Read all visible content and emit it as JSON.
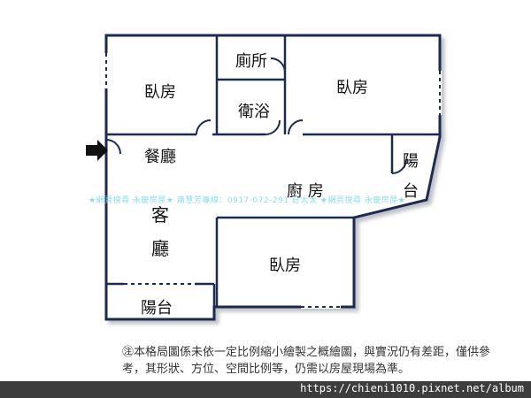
{
  "rooms": {
    "bedroom_top_left": "臥房",
    "toilet": "廁所",
    "bathroom": "衛浴",
    "bedroom_top_right": "臥房",
    "dining": "餐廳",
    "balcony_right_1": "陽",
    "balcony_right_2": "台",
    "kitchen": "廚 房",
    "living_1": "客",
    "living_2": "廳",
    "bedroom_bottom": "臥房",
    "balcony_bottom": "陽台"
  },
  "watermark": "★網頁搜尋 永慶房屋★ 蕭慧芳專線：0917-072-291 莊太太 ★網頁搜尋 永慶房屋★",
  "disclaimer": "㊟本格局圖係未依一定比例縮小繪製之概繪圖，與實況仍有差距，僅供參考，其形狀、方位、空間比例等，仍需以房屋現場為準。",
  "url": "https://chieni1010.pixnet.net/album",
  "colors": {
    "wall": "#1a2a52",
    "floor": "#ffffff",
    "shade": "#c9cbd0",
    "watermark": "#7fd8ea",
    "url_bar": "#3d3d3d"
  }
}
